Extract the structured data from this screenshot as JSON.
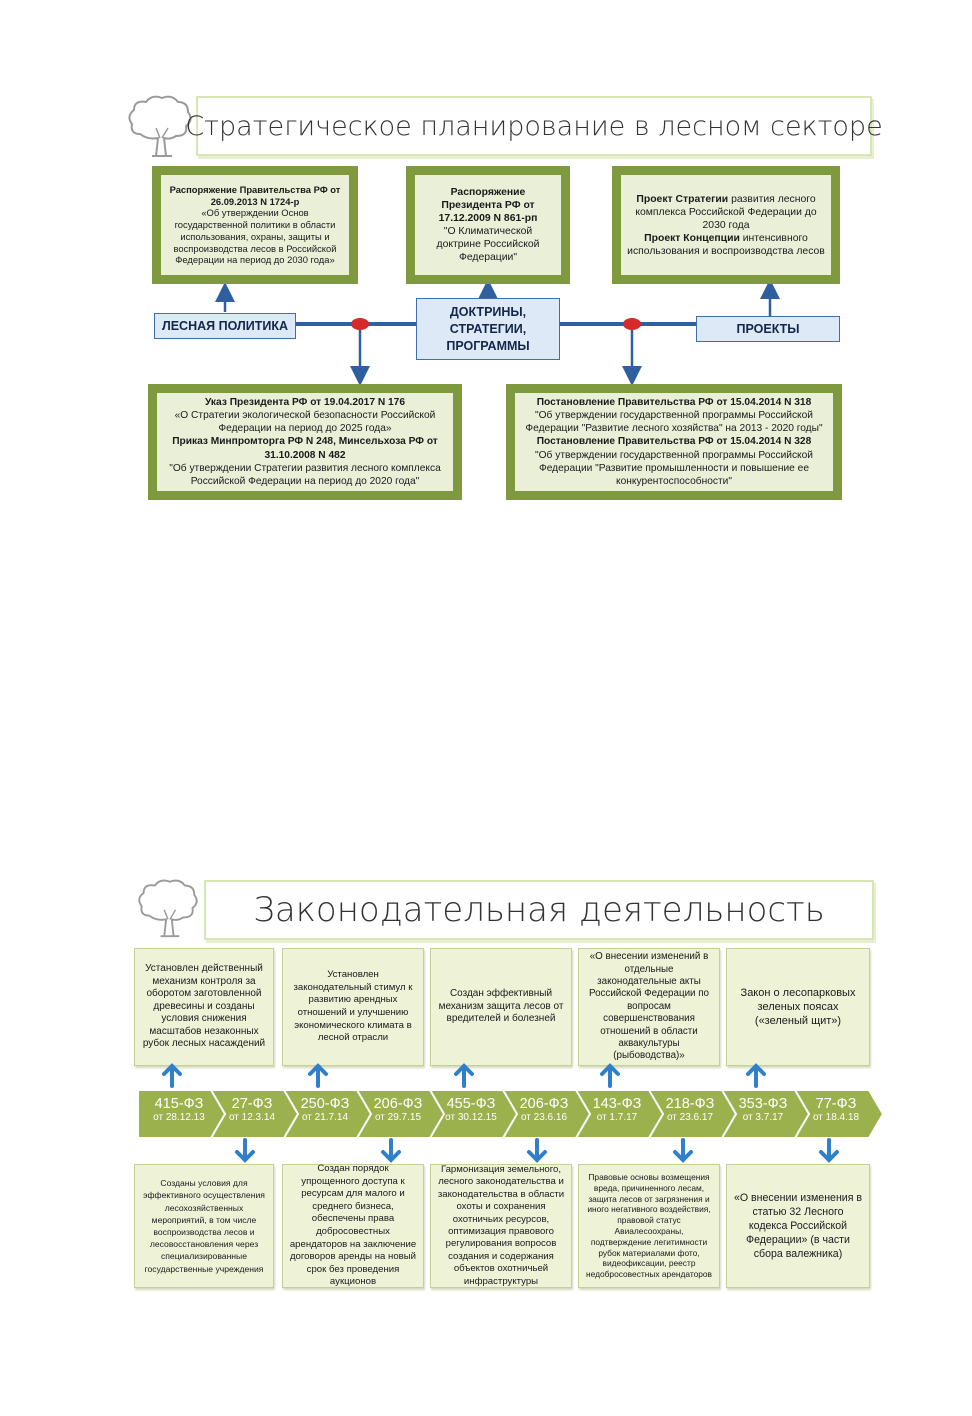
{
  "section1": {
    "title": "Стратегическое планирование в лесном секторе",
    "box_tl": {
      "bold": "Распоряжение Правительства РФ от 26.09.2013 N 1724-р",
      "text": "«Об утверждении Основ государственной политики в области использования, охраны, защиты и воспроизводства лесов в Российской Федерации на период до 2030 года»"
    },
    "box_tm": {
      "bold": "Распоряжение Президента РФ от 17.12.2009 N 861-рп",
      "text": "\"О Климатической доктрине Российской Федерации\""
    },
    "box_tr": {
      "bold1": "Проект Стратегии",
      "text1": "развития лесного комплекса Российской Федерации до 2030 года",
      "bold2": "Проект Концепции",
      "text2": "интенсивного использования и воспроизводства лесов"
    },
    "label_left": "ЛЕСНАЯ ПОЛИТИКА",
    "label_center": "ДОКТРИНЫ, СТРАТЕГИИ, ПРОГРАММЫ",
    "label_right": "ПРОЕКТЫ",
    "box_bl": {
      "bold1": "Указ Президента РФ от 19.04.2017 N 176",
      "text1": "«О Стратегии экологической безопасности Российской Федерации на период до 2025 года»",
      "bold2": "Приказ Минпромторга РФ N 248, Минсельхоза РФ от 31.10.2008 N 482",
      "text2": "\"Об утверждении Стратегии развития лесного комплекса Российской Федерации на период до 2020 года\""
    },
    "box_br": {
      "bold1": "Постановление Правительства РФ от 15.04.2014 N 318",
      "text1": "\"Об утверждении государственной программы Российской Федерации \"Развитие лесного хозяйства\" на 2013 - 2020 годы\"",
      "bold2": "Постановление Правительства РФ от 15.04.2014 N 328",
      "text2": "\"Об утверждении государственной программы Российской Федерации \"Развитие промышленности и повышение ее конкурентоспособности\""
    }
  },
  "section2": {
    "title": "Законодательная деятельность",
    "top_cards": [
      "Установлен действенный механизм контроля за оборотом заготовленной древесины и созданы условия снижения масштабов незаконных рубок лесных насаждений",
      "Установлен законодательный стимул к развитию арендных отношений и улучшению экономического климата в лесной отрасли",
      "Создан эффективный механизм защита лесов от вредителей и болезней",
      "«О внесении изменений в отдельные законодательные акты Российской Федерации по вопросам совершенствования отношений в области аквакультуры (рыбоводства)»",
      "Закон о лесопарковых зеленых поясах («зеленый щит»)"
    ],
    "laws": [
      {
        "num": "415-ФЗ",
        "date": "от 28.12.13"
      },
      {
        "num": "27-ФЗ",
        "date": "от 12.3.14"
      },
      {
        "num": "250-ФЗ",
        "date": "от 21.7.14"
      },
      {
        "num": "206-ФЗ",
        "date": "от 29.7.15"
      },
      {
        "num": "455-ФЗ",
        "date": "от 30.12.15"
      },
      {
        "num": "206-ФЗ",
        "date": "от 23.6.16"
      },
      {
        "num": "143-ФЗ",
        "date": "от 1.7.17"
      },
      {
        "num": "218-ФЗ",
        "date": "от 23.6.17"
      },
      {
        "num": "353-ФЗ",
        "date": "от 3.7.17"
      },
      {
        "num": "77-ФЗ",
        "date": "от 18.4.18"
      }
    ],
    "bottom_cards": [
      "Созданы условия для эффективного осуществления лесохозяйственных мероприятий, в том числе воспроизводства лесов и лесовосстановления через специализированные государственные учреждения",
      "Создан порядок упрощенного доступа к ресурсам для малого и среднего бизнеса, обеспечены права добросовестных арендаторов на заключение договоров аренды на новый срок без проведения аукционов",
      "Гармонизация земельного, лесного законодательства и законодательства в области охоты и сохранения охотничьих ресурсов, оптимизация правового регулирования вопросов создания и содержания объектов охотничьей инфраструктуры",
      "Правовые основы возмещения вреда, причиненного лесам, защита лесов от загрязнения и иного негативного воздействия, правовой статус Авиалесоохраны, подтверждение легитимности рубок материалами фото, видеофиксации, реестр недобросовестных арендаторов",
      "«О внесении изменения в статью 32 Лесного кодекса Российской Федерации» (в части сбора валежника)"
    ]
  },
  "colors": {
    "frame_green": "#7f9a3e",
    "inner_green": "#eaf0d8",
    "line_blue": "#2f5f9e",
    "node_red": "#d42a2a",
    "chevron_green": "#9bb14e",
    "arrow_blue": "#2f7fc9"
  }
}
